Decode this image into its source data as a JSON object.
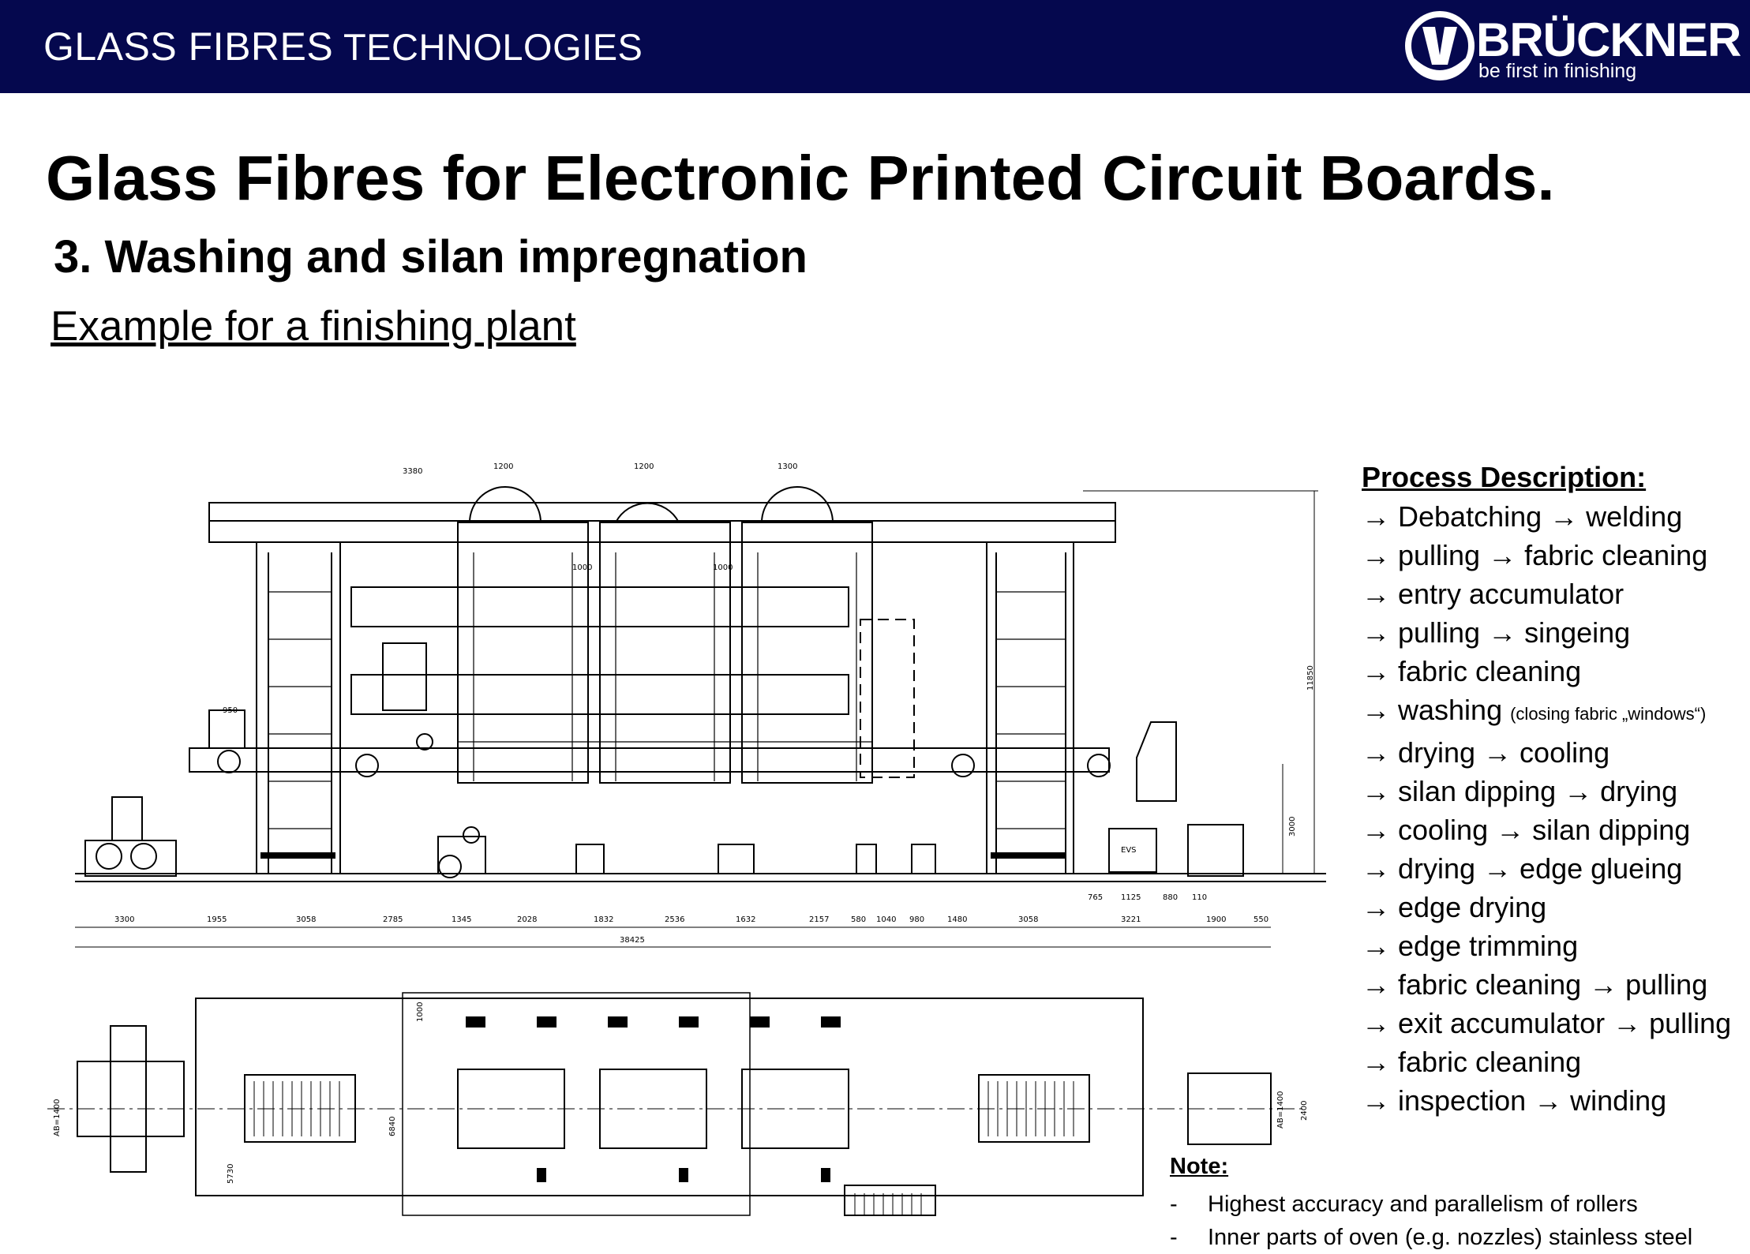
{
  "header": {
    "title_main": "GLASS FIBRES",
    "title_rest": "TECHNOLOGIES",
    "brand_name": "BRÜCKNER",
    "brand_tagline": "be first in finishing"
  },
  "main_title": "Glass Fibres for Electronic Printed Circuit Boards.",
  "subtitle": "3. Washing and silan impregnation",
  "example_link": "Example for a finishing plant",
  "process": {
    "heading": "Process Description:",
    "steps": [
      "→ Debatching → welding",
      "→ pulling → fabric cleaning",
      "→ entry accumulator",
      "→ pulling → singeing",
      "→ fabric cleaning",
      "→ washing",
      "→ drying → cooling",
      "→ silan dipping → drying",
      "→ cooling → silan dipping",
      "→ drying →  edge glueing",
      "→ edge drying",
      "→ edge trimming",
      "→ fabric cleaning → pulling",
      "→ exit accumulator → pulling",
      "→ fabric cleaning",
      "→  inspection → winding"
    ],
    "washing_note": "(closing fabric „windows“)"
  },
  "note": {
    "heading": "Note:",
    "items": [
      "Highest accuracy and parallelism of rollers",
      "Inner parts of oven (e.g. nozzles) stainless steel"
    ]
  },
  "drawing": {
    "top_dims": [
      "3380",
      "1200",
      "1200",
      "1300"
    ],
    "inner_dims": [
      "1000",
      "1000"
    ],
    "left_dim": "950",
    "height_dims": [
      "11850",
      "3000"
    ],
    "bottom_dims": [
      "3300",
      "1955",
      "3058",
      "2785",
      "1345",
      "2028",
      "1832",
      "2536",
      "1632",
      "2157",
      "580",
      "1040",
      "980",
      "1480",
      "3058",
      "3221",
      "1900",
      "550"
    ],
    "right_small_dims": [
      "765",
      "1125",
      "880",
      "110"
    ],
    "total_length": "38425",
    "label_evs": "EVS",
    "plan_dims": [
      "1000",
      "6840",
      "5730",
      "AB=1400",
      "AB=1400",
      "2400"
    ]
  }
}
